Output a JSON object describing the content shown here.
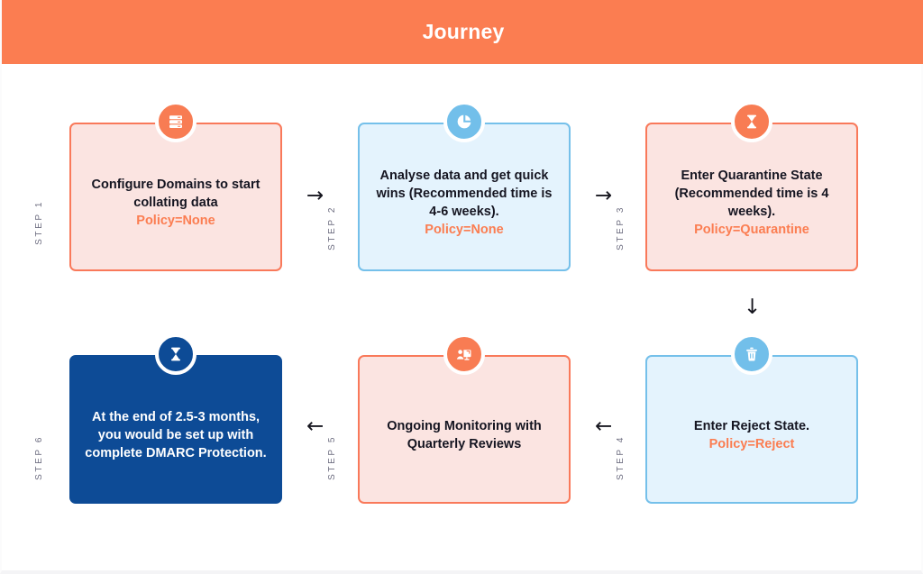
{
  "header": {
    "title": "Journey",
    "background_color": "#fb7d51",
    "text_color": "#ffffff"
  },
  "colors": {
    "orange": "#fb7d51",
    "orange_border": "#f9795a",
    "pink_fill": "#fbe4e1",
    "blue_fill": "#e4f3fd",
    "blue_border": "#75c0ea",
    "blue_icon": "#72bfea",
    "navy": "#0d4b96",
    "text_dark": "#151521",
    "step_label": "#6d6d80",
    "white": "#ffffff"
  },
  "steps": [
    {
      "id": "step-1",
      "step_label": "STEP 1",
      "icon": "server-icon",
      "icon_color": "#f87c53",
      "card_style": "pink",
      "text": "Configure Domains to start collating data",
      "policy": "Policy=None"
    },
    {
      "id": "step-2",
      "step_label": "STEP 2",
      "icon": "pie-chart-icon",
      "icon_color": "#72bfea",
      "card_style": "blue",
      "text": "Analyse data and get quick wins (Recommended time is 4-6 weeks).",
      "policy": "Policy=None"
    },
    {
      "id": "step-3",
      "step_label": "STEP 3",
      "icon": "hourglass-icon",
      "icon_color": "#f87c53",
      "card_style": "pink",
      "text": "Enter Quarantine State (Recommended time is 4 weeks).",
      "policy": "Policy=Quarantine"
    },
    {
      "id": "step-4",
      "step_label": "STEP 4",
      "icon": "trash-icon",
      "icon_color": "#72bfea",
      "card_style": "blue",
      "text": "Enter Reject State.",
      "policy": "Policy=Reject"
    },
    {
      "id": "step-5",
      "step_label": "STEP 5",
      "icon": "presentation-icon",
      "icon_color": "#f87c53",
      "card_style": "pink",
      "text": "Ongoing Monitoring with Quarterly Reviews",
      "policy": ""
    },
    {
      "id": "step-6",
      "step_label": "STEP 6",
      "icon": "hourglass-icon",
      "icon_color": "#0d4b96",
      "card_style": "navy",
      "text": "At the end of 2.5-3 months, you would be set up with complete DMARC Protection.",
      "policy": ""
    }
  ],
  "arrows": [
    {
      "id": "arrow-1-to-2",
      "glyph": "→",
      "direction": "right"
    },
    {
      "id": "arrow-2-to-3",
      "glyph": "→",
      "direction": "right"
    },
    {
      "id": "arrow-3-to-4",
      "glyph": "↓",
      "direction": "down"
    },
    {
      "id": "arrow-4-to-5",
      "glyph": "←",
      "direction": "left"
    },
    {
      "id": "arrow-5-to-6",
      "glyph": "←",
      "direction": "left"
    }
  ]
}
